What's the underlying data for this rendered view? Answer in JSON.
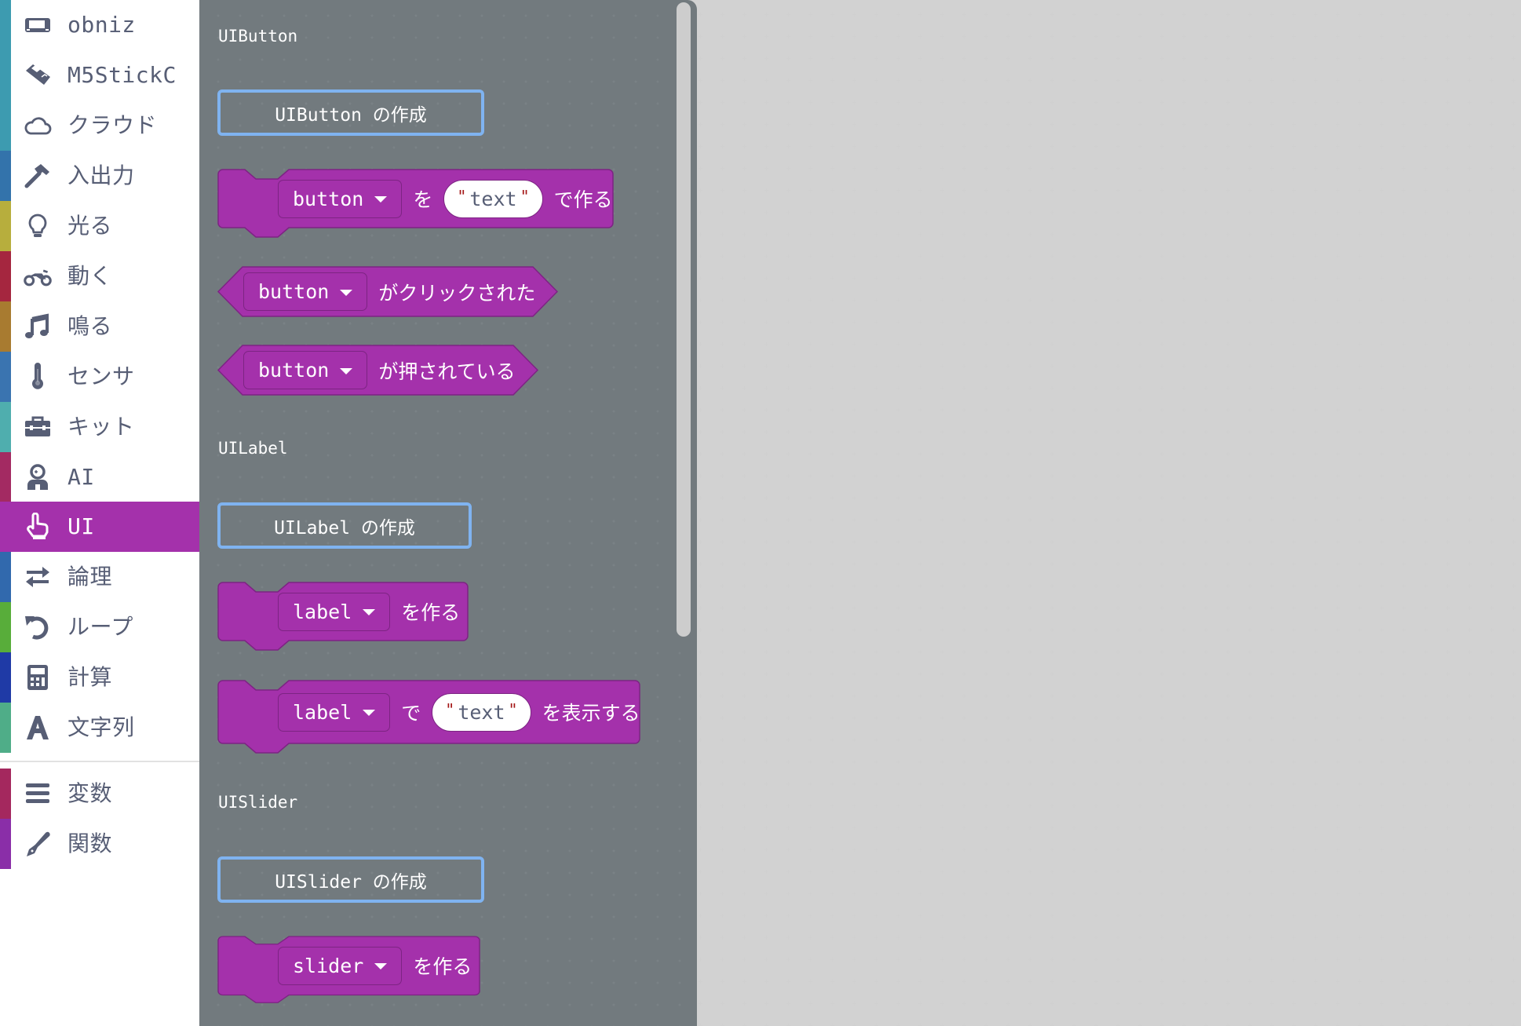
{
  "sidebar": {
    "categories": [
      {
        "id": "obniz",
        "label": "obniz",
        "icon": "obniz-board-icon",
        "color": "#3d9bb0"
      },
      {
        "id": "m5stickc",
        "label": "M5StickC",
        "icon": "m5stickc-device-icon",
        "color": "#3d9bb0"
      },
      {
        "id": "cloud",
        "label": "クラウド",
        "icon": "cloud-icon",
        "color": "#3d9bb0"
      },
      {
        "id": "io",
        "label": "入出力",
        "icon": "hammer-icon",
        "color": "#3373ab"
      },
      {
        "id": "light",
        "label": "光る",
        "icon": "lightbulb-icon",
        "color": "#b7ae3d"
      },
      {
        "id": "move",
        "label": "動く",
        "icon": "motorcycle-icon",
        "color": "#a5263f"
      },
      {
        "id": "sound",
        "label": "鳴る",
        "icon": "music-note-icon",
        "color": "#a87b30"
      },
      {
        "id": "sensor",
        "label": "センサ",
        "icon": "thermometer-icon",
        "color": "#3a74b0"
      },
      {
        "id": "kit",
        "label": "キット",
        "icon": "toolbox-icon",
        "color": "#4faeae"
      },
      {
        "id": "ai",
        "label": "AI",
        "icon": "robot-icon",
        "color": "#a32a62"
      },
      {
        "id": "ui",
        "label": "UI",
        "icon": "pointing-hand-icon",
        "color": "#a431ab",
        "selected": true
      },
      {
        "id": "logic",
        "label": "論理",
        "icon": "exchange-arrows-icon",
        "color": "#3169ad"
      },
      {
        "id": "loop",
        "label": "ループ",
        "icon": "redo-loop-icon",
        "color": "#58ad3a"
      },
      {
        "id": "math",
        "label": "計算",
        "icon": "calculator-icon",
        "color": "#1f3aa6"
      },
      {
        "id": "text",
        "label": "文字列",
        "icon": "letter-a-icon",
        "color": "#4fad88"
      }
    ],
    "extra": [
      {
        "id": "variables",
        "label": "変数",
        "icon": "list-bars-icon",
        "color": "#a4285e"
      },
      {
        "id": "functions",
        "label": "関数",
        "icon": "pen-nib-icon",
        "color": "#8a2ea8"
      }
    ]
  },
  "flyout": {
    "sections": [
      {
        "heading": "UIButton",
        "create_button": "UIButton の作成",
        "blocks": [
          {
            "type": "statement",
            "dropdown": "button",
            "middle": "を",
            "text_value": "text",
            "suffix": "で作る"
          },
          {
            "type": "boolean",
            "dropdown": "button",
            "suffix": "がクリックされた"
          },
          {
            "type": "boolean",
            "dropdown": "button",
            "suffix": "が押されている"
          }
        ]
      },
      {
        "heading": "UILabel",
        "create_button": "UILabel の作成",
        "blocks": [
          {
            "type": "statement",
            "dropdown": "label",
            "suffix": "を作る"
          },
          {
            "type": "statement",
            "dropdown": "label",
            "middle": "で",
            "text_value": "text",
            "suffix": "を表示する"
          }
        ]
      },
      {
        "heading": "UISlider",
        "create_button": "UISlider の作成",
        "blocks": [
          {
            "type": "statement",
            "dropdown": "slider",
            "suffix": "を作る"
          }
        ]
      }
    ],
    "quote": "\""
  },
  "colors": {
    "ui_block": "#a431ab",
    "ui_block_border": "#7d2483",
    "flyout_bg": "#727a7e",
    "create_button_border": "#7fb3f0",
    "workspace_bg": "#f9f9f9"
  }
}
